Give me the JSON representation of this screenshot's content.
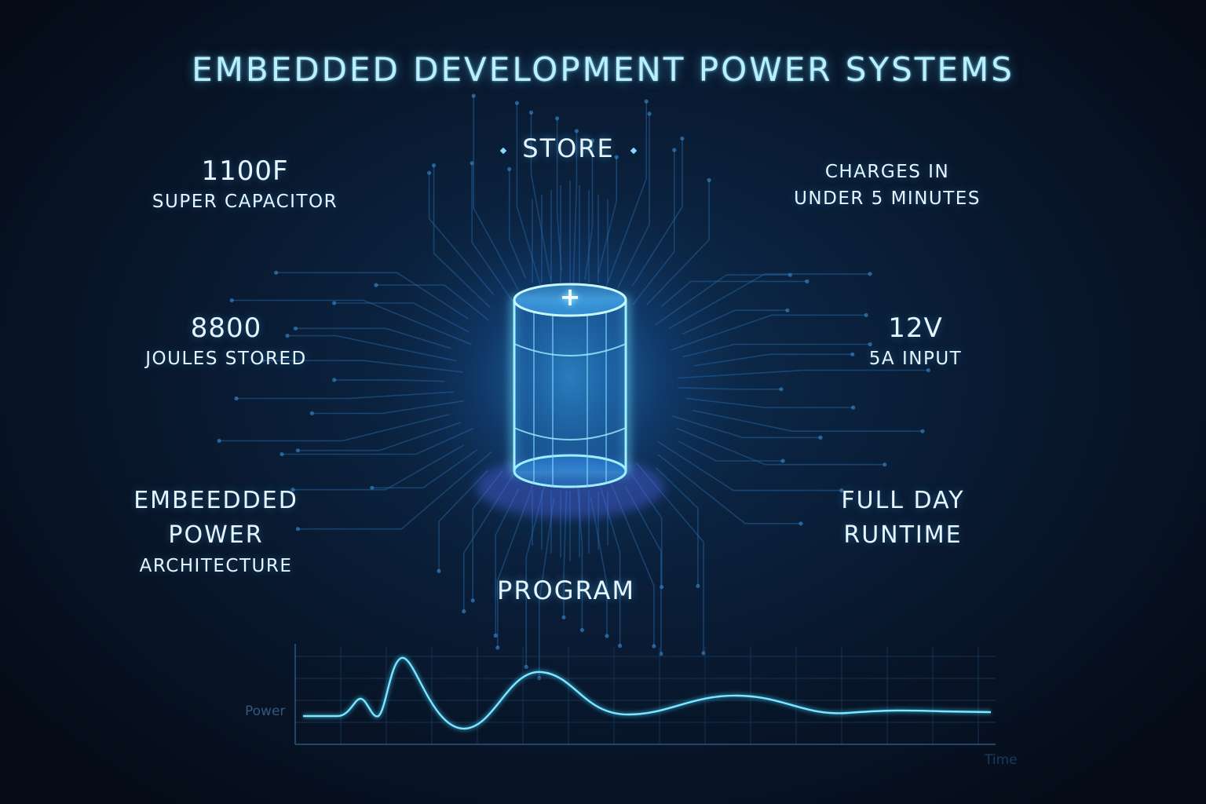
{
  "title": "EMBEDDED DEVELOPMENT POWER SYSTEMS",
  "hub": {
    "top_label": "STORE",
    "bottom_label": "PROGRAM",
    "icon": "capacitor-battery-icon",
    "terminal_symbol": "+"
  },
  "stats": {
    "capacitance": {
      "value": "1100F",
      "label": "SUPER CAPACITOR"
    },
    "energy": {
      "value": "8800",
      "label": "JOULES STORED"
    },
    "architecture": {
      "line1": "EMBEEDDED",
      "line2": "POWER",
      "line3": "ARCHITECTURE"
    },
    "charge": {
      "line1": "CHARGES IN",
      "line2": "UNDER 5 MINUTES"
    },
    "input": {
      "value": "12V",
      "label": "5A INPUT"
    },
    "runtime": {
      "line1": "FULL DAY",
      "line2": "RUNTIME"
    }
  },
  "graph": {
    "y_label": "Power",
    "x_label": "Time"
  },
  "colors": {
    "accent": "#4fd2ff",
    "glow": "#3aa8ff",
    "background": "#081528",
    "title": "#b9f0ff"
  }
}
